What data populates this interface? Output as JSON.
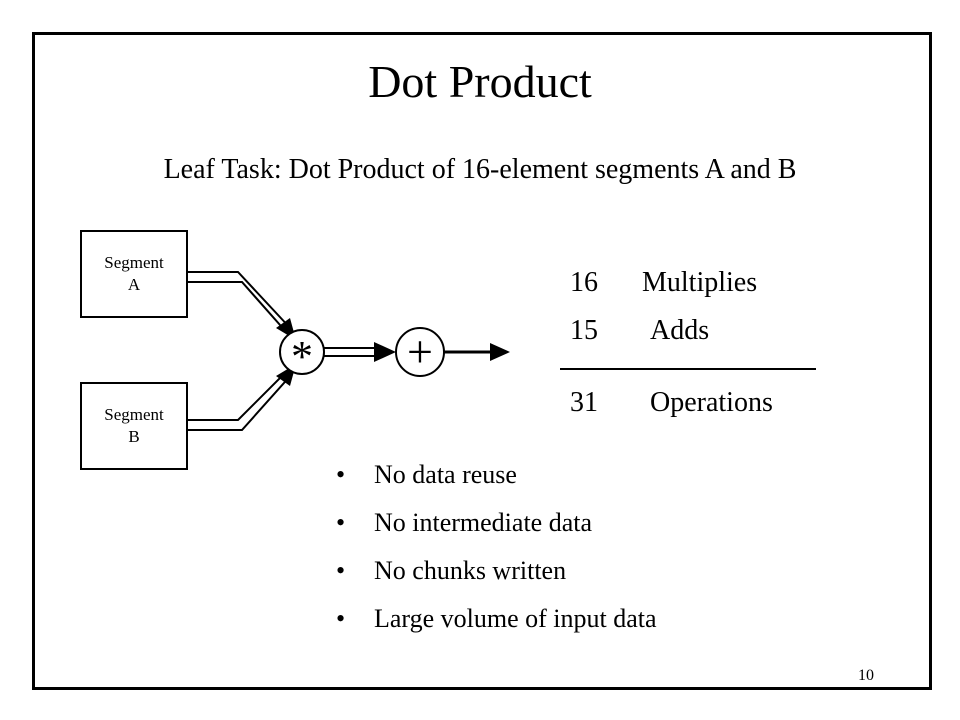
{
  "slide": {
    "title": "Dot Product",
    "subtitle": "Leaf Task: Dot Product of 16-element segments A and B",
    "page_number": "10"
  },
  "diagram": {
    "segment_a": {
      "line1": "Segment",
      "line2": "A"
    },
    "segment_b": {
      "line1": "Segment",
      "line2": "B"
    },
    "multiply_symbol": "*",
    "add_symbol": "+"
  },
  "operation_counts": [
    {
      "count": "16",
      "label": "Multiplies"
    },
    {
      "count": "15",
      "label": "Adds"
    },
    {
      "count": "31",
      "label": "Operations"
    }
  ],
  "bullets": [
    "No data reuse",
    "No intermediate data",
    "No chunks written",
    "Large volume of input data"
  ],
  "bullet_glyph": "•"
}
